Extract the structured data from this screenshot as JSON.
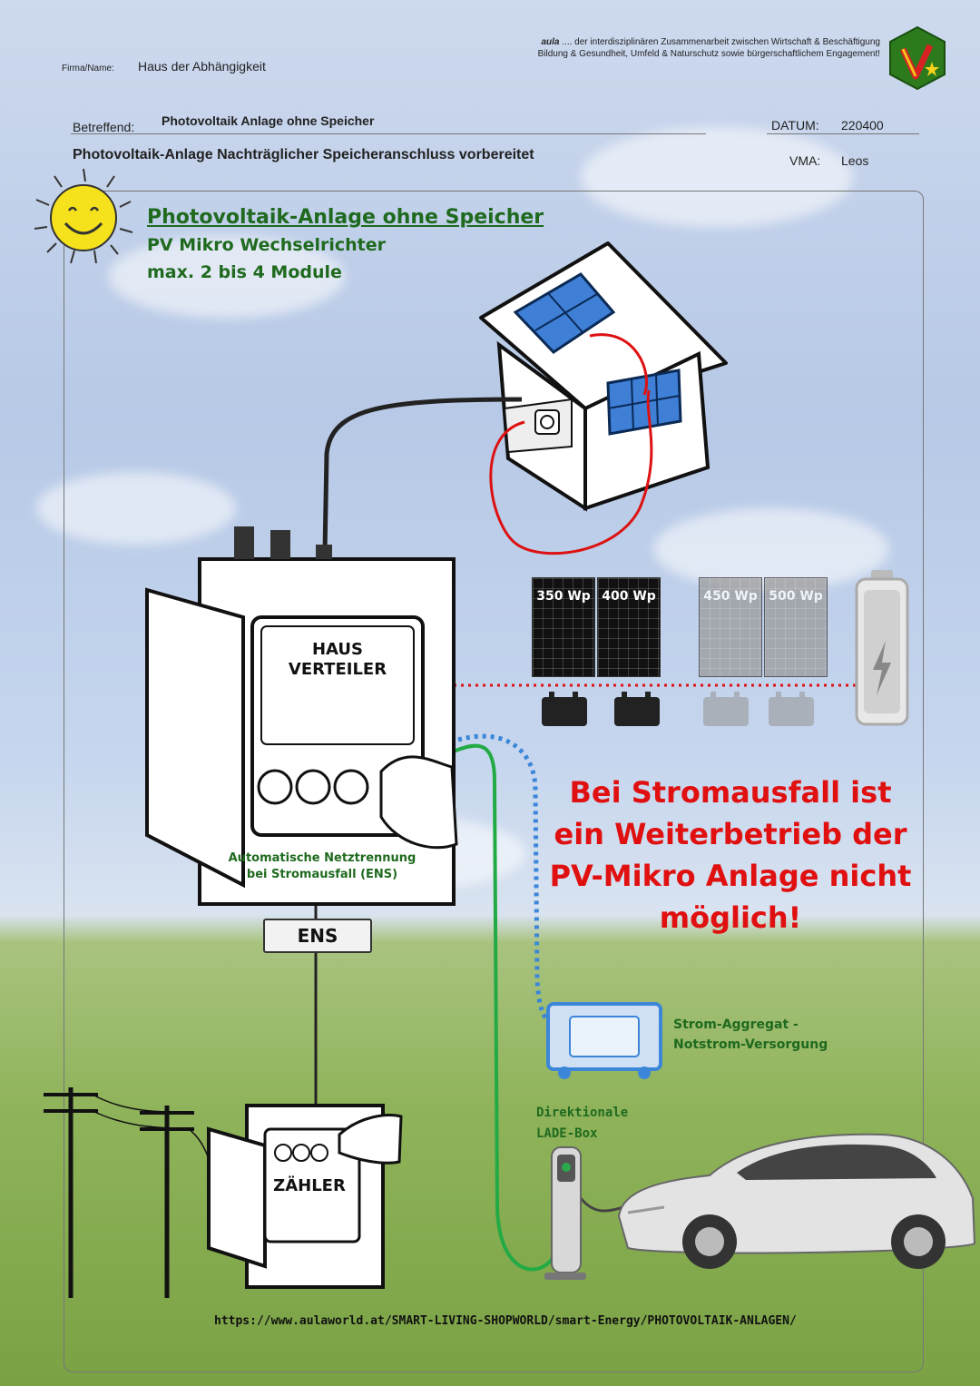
{
  "header": {
    "company_label": "Firma/Name:",
    "company_value": "Haus der Abhängigkeit",
    "tagline_brand": "aula",
    "tagline_line1": ".... der interdisziplinären Zusammenarbeit zwischen Wirtschaft & Beschäftigung",
    "tagline_line2": "Bildung & Gesundheit, Umfeld & Naturschutz sowie bürgerschaftlichem Engagement!",
    "subject_label": "Betreffend:",
    "subject_value": "Photovoltaik Anlage ohne Speicher",
    "date_label": "DATUM:",
    "date_value": "220400",
    "description": "Photovoltaik-Anlage  Nachträglicher Speicheranschluss vorbereitet",
    "vma_label": "VMA:",
    "vma_value": "Leos"
  },
  "title": {
    "line1": "Photovoltaik-Anlage ohne Speicher",
    "line2": "PV Mikro Wechselrichter",
    "line3": "max. 2 bis 4 Module"
  },
  "panels": [
    {
      "label": "350 Wp",
      "style": "active"
    },
    {
      "label": "400 Wp",
      "style": "active"
    },
    {
      "label": "450 Wp",
      "style": "inactive"
    },
    {
      "label": "500 Wp",
      "style": "inactive"
    }
  ],
  "distributor": {
    "line1": "HAUS",
    "line2": "VERTEILER"
  },
  "ens_note": {
    "line1": "Automatische  Netztrennung",
    "line2": "bei Stromausfall (ENS)"
  },
  "ens_box": "ENS",
  "warning": [
    "Bei Stromausfall ist",
    "ein Weiterbetrieb der",
    "PV-Mikro Anlage nicht",
    "möglich!"
  ],
  "generator": {
    "line1": "Strom-Aggregat -",
    "line2": "Notstrom-Versorgung"
  },
  "charger": {
    "line1": "Direktionale",
    "line2": "LADE-Box"
  },
  "meter": "ZÄHLER",
  "footer_url": "https://www.aulaworld.at/SMART-LIVING-SHOPWORLD/smart-Energy/PHOTOVOLTAIK-ANLAGEN/",
  "colors": {
    "title_green": "#1f6a1f",
    "warning_red": "#e01010",
    "cable_red": "#dd1111",
    "cable_green": "#22aa44",
    "cable_blue_dotted": "#3b86d8"
  },
  "icons": [
    "sun-icon",
    "house-icon",
    "solar-panel-icon",
    "micro-inverter-icon",
    "battery-icon",
    "distribution-box-icon",
    "generator-icon",
    "charging-station-icon",
    "electric-car-icon",
    "power-pole-icon",
    "meter-box-icon",
    "logo-icon"
  ]
}
